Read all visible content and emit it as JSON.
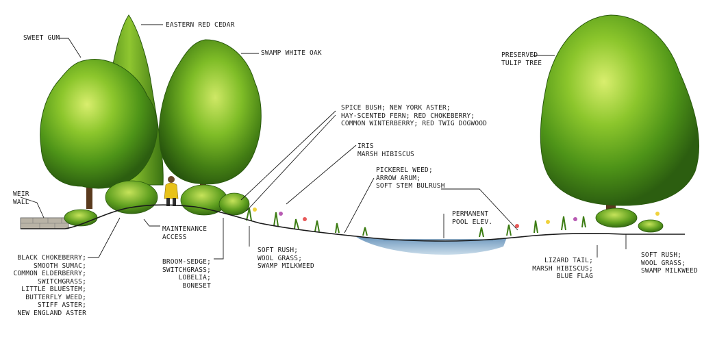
{
  "colors": {
    "foliage_dark": "#2f6b12",
    "foliage_mid": "#5aa21d",
    "foliage_light": "#a9d63a",
    "highlight": "#dff07a",
    "trunk": "#5a3a1e",
    "water": "#7ea9c9",
    "ground_line": "#1a1a1a",
    "wall": "#b9b3a6",
    "person_jacket": "#e8c21a"
  },
  "labels": {
    "eastern_red_cedar": [
      "EASTERN RED CEDAR"
    ],
    "sweet_gum": [
      "SWEET GUM"
    ],
    "swamp_white_oak": [
      "SWAMP WHITE OAK"
    ],
    "preserved_tulip_tree": [
      "PRESERVED",
      "TULIP TREE"
    ],
    "spice_bush_group": [
      "SPICE BUSH; NEW YORK ASTER;",
      "HAY-SCENTED FERN; RED CHOKEBERRY;",
      "COMMON WINTERBERRY; RED TWIG DOGWOOD"
    ],
    "iris_group": [
      "IRIS",
      "MARSH HIBISCUS"
    ],
    "pickerel_group": [
      "PICKEREL WEED;",
      "ARROW ARUM;",
      "SOFT STEM BULRUSH"
    ],
    "permanent_pool": [
      "PERMANENT",
      "POOL ELEV."
    ],
    "weir_wall": [
      "WEIR",
      "WALL"
    ],
    "maintenance_access": [
      "MAINTENANCE",
      "ACCESS"
    ],
    "black_chokeberry_group": [
      "BLACK CHOKEBERRY;",
      "SMOOTH SUMAC;",
      "COMMON ELDERBERRY;",
      "SWITCHGRASS;",
      "LITTLE BLUESTEM;",
      "BUTTERFLY WEED;",
      "STIFF ASTER;",
      "NEW ENGLAND ASTER"
    ],
    "broom_sedge_group": [
      "BROOM-SEDGE;",
      "SWITCHGRASS;",
      "LOBELIA;",
      "BONESET"
    ],
    "soft_rush_left": [
      "SOFT RUSH;",
      "WOOL GRASS;",
      "SWAMP MILKWEED"
    ],
    "lizard_tail_group": [
      "LIZARD TAIL;",
      "MARSH HIBISCUS;",
      "BLUE FLAG"
    ],
    "soft_rush_right": [
      "SOFT RUSH;",
      "WOOL GRASS;",
      "SWAMP MILKWEED"
    ]
  }
}
